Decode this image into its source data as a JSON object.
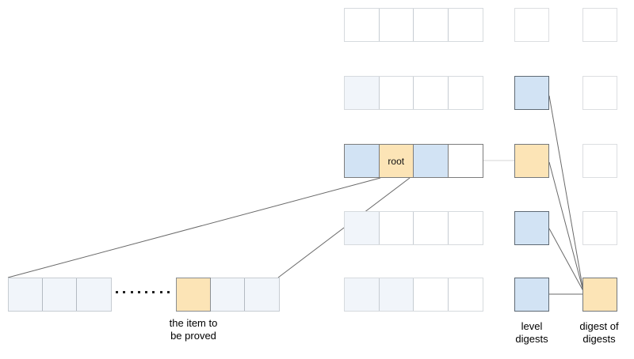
{
  "labels": {
    "root": "root",
    "item_line1": "the item to",
    "item_line2": "be proved",
    "level_line1": "level",
    "level_line2": "digests",
    "digest_line1": "digest of",
    "digest_line2": "digests"
  },
  "colors": {
    "cell_blue": "#d2e3f4",
    "cell_faint_blue": "#f1f5fa",
    "cell_yellow": "#fce4b6",
    "cell_white": "#ffffff",
    "connector_dark": "#6a6a6a",
    "connector_light": "#d6d6d6"
  },
  "matrix": {
    "rows": [
      {
        "cells": [
          "white",
          "white",
          "white",
          "white"
        ],
        "level_digest": "white",
        "digest_col": "white",
        "emphasized": false
      },
      {
        "cells": [
          "faint",
          "white",
          "white",
          "white"
        ],
        "level_digest": "blue",
        "digest_col": "white",
        "emphasized": false
      },
      {
        "cells": [
          "blue",
          "root",
          "blue",
          "white"
        ],
        "level_digest": "yellow",
        "digest_col": "white",
        "emphasized": true
      },
      {
        "cells": [
          "faint",
          "white",
          "white",
          "white"
        ],
        "level_digest": "blue",
        "digest_col": "white",
        "emphasized": false
      },
      {
        "cells": [
          "faint",
          "faint",
          "white",
          "white"
        ],
        "level_digest": "blue",
        "digest_col": "yellow",
        "emphasized": false
      }
    ]
  },
  "item_list": {
    "left_cells": [
      "faint",
      "faint",
      "faint"
    ],
    "ellipsis_dots": 8,
    "right_cells": [
      "yellow",
      "faint",
      "faint"
    ]
  },
  "connections": [
    {
      "from": "root-cell",
      "to": "item-list-left-start"
    },
    {
      "from": "root-cell",
      "to": "item-list-right-end"
    },
    {
      "from": "root-row",
      "to": "level-digest-row-3"
    },
    {
      "from": "level-digest-row-2",
      "to": "digest-of-digests"
    },
    {
      "from": "level-digest-row-3",
      "to": "digest-of-digests"
    },
    {
      "from": "level-digest-row-4",
      "to": "digest-of-digests"
    },
    {
      "from": "level-digest-row-5",
      "to": "digest-of-digests"
    }
  ]
}
